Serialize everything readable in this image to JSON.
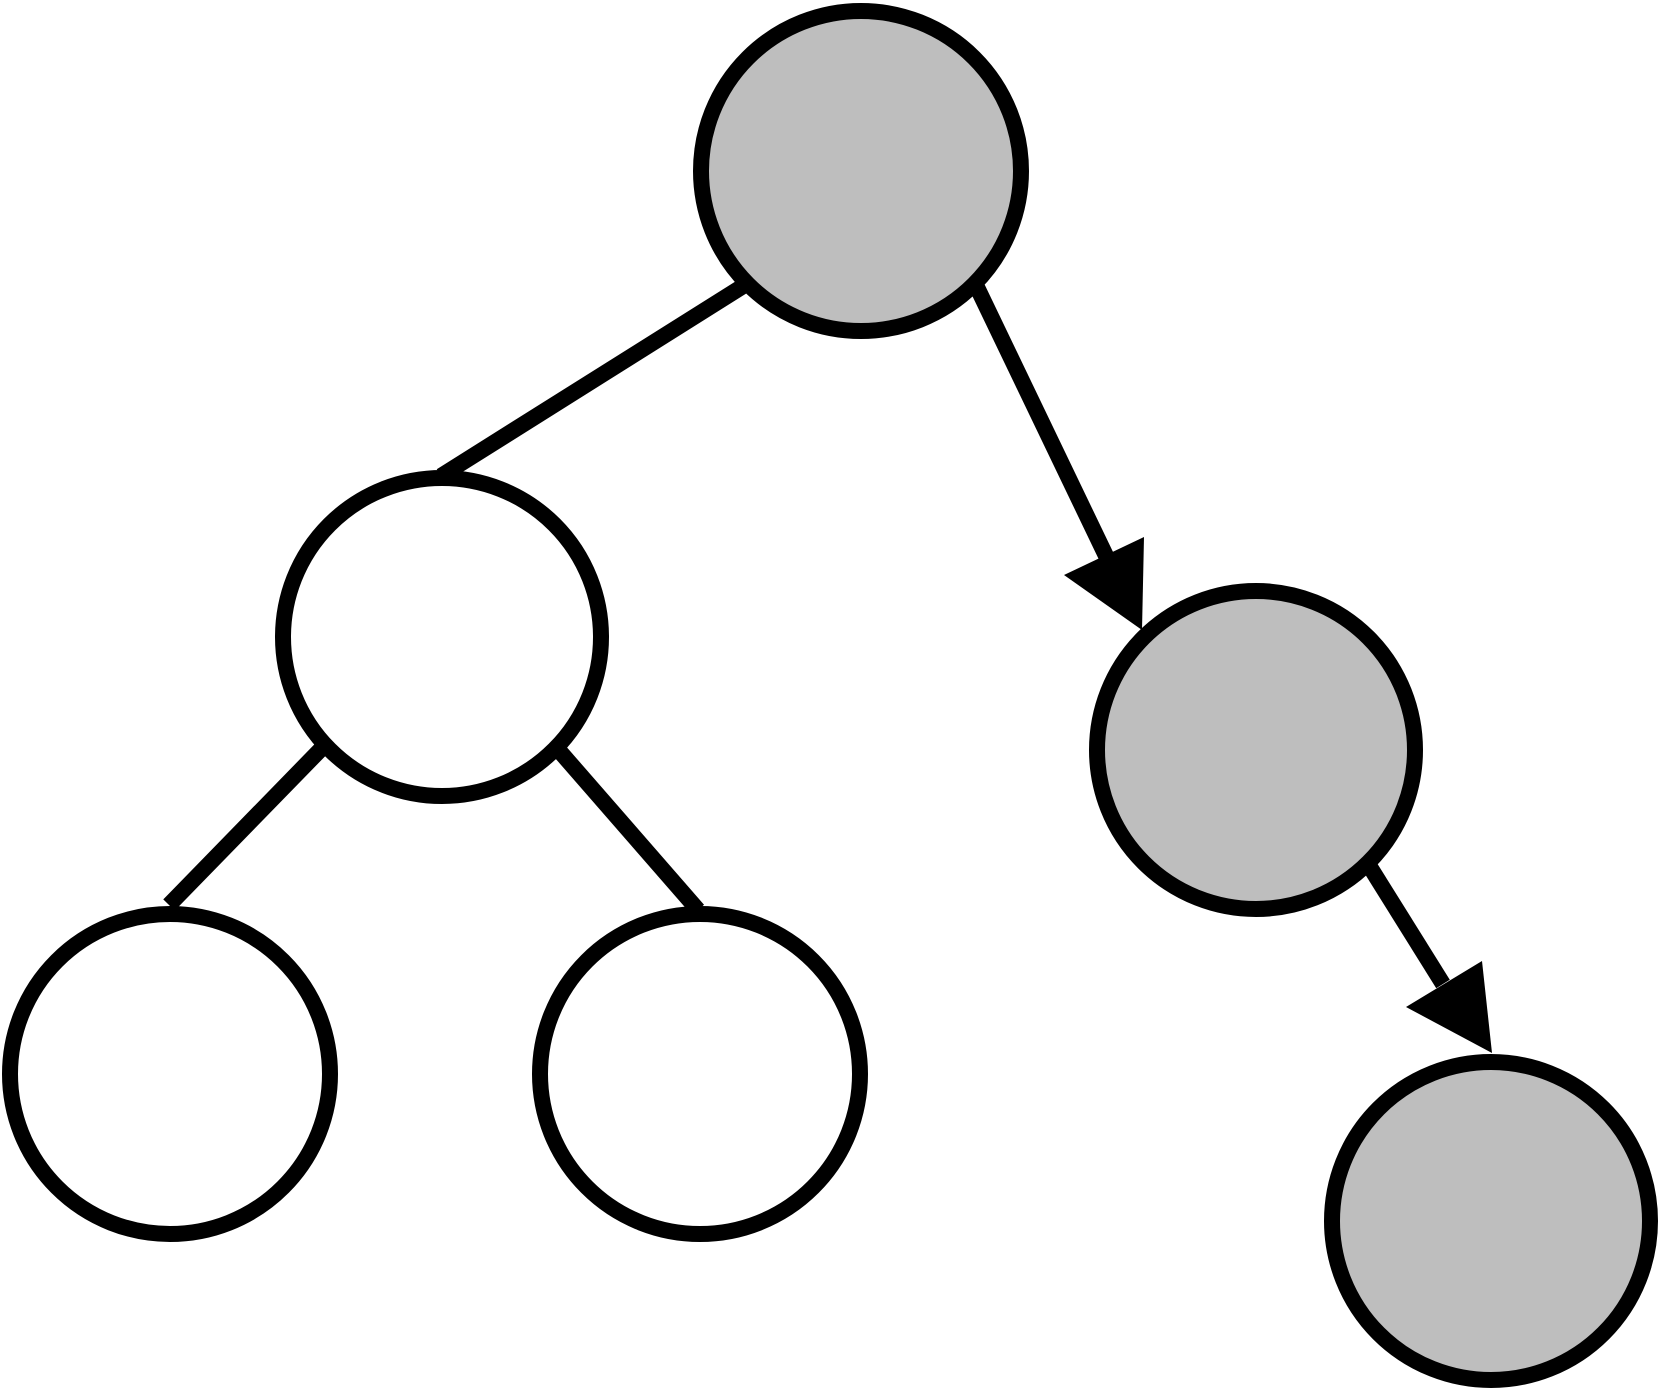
{
  "colors": {
    "background": "#ffffff",
    "stroke": "#000000",
    "highlighted_fill": "#bebebe",
    "plain_fill": "#ffffff"
  },
  "nodes": [
    {
      "id": "root",
      "highlighted": true
    },
    {
      "id": "left-child",
      "highlighted": false
    },
    {
      "id": "right-child",
      "highlighted": true
    },
    {
      "id": "left-left-leaf",
      "highlighted": false
    },
    {
      "id": "left-right-leaf",
      "highlighted": false
    },
    {
      "id": "right-right-leaf",
      "highlighted": true
    }
  ],
  "edges": [
    {
      "from": "root",
      "to": "left-child",
      "directed": false
    },
    {
      "from": "root",
      "to": "right-child",
      "directed": true
    },
    {
      "from": "left-child",
      "to": "left-left-leaf",
      "directed": false
    },
    {
      "from": "left-child",
      "to": "left-right-leaf",
      "directed": false
    },
    {
      "from": "right-child",
      "to": "right-right-leaf",
      "directed": true
    }
  ]
}
